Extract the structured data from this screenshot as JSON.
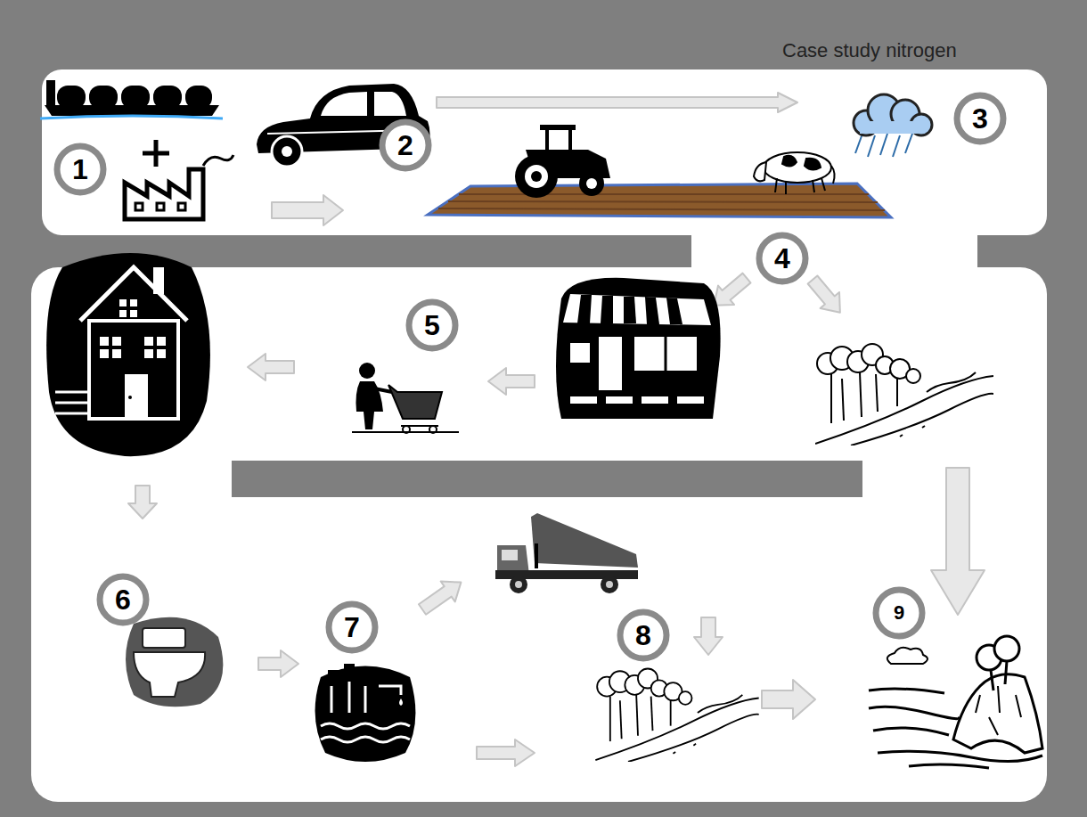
{
  "diagram": {
    "title": "Case study nitrogen",
    "nodes": [
      {
        "text": [
          "1"
        ]
      },
      {
        "text": [
          "2"
        ]
      },
      {
        "text": [
          "3"
        ]
      },
      {
        "text": [
          "4"
        ]
      },
      {
        "text": [
          "5"
        ]
      },
      {
        "text": [
          "6"
        ]
      },
      {
        "text": [
          "7"
        ]
      },
      {
        "text": [
          "8"
        ]
      },
      {
        "text": [
          "9"
        ]
      }
    ]
  }
}
